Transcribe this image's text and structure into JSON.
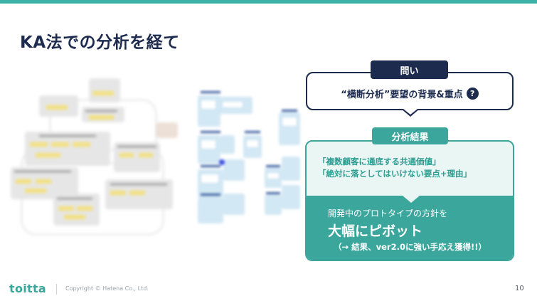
{
  "slide": {
    "title": "KA法での分析を経て",
    "page_number": "10"
  },
  "question": {
    "label": "問い",
    "text": "“横断分析”要望の背景&重点",
    "icon": "question-icon",
    "icon_glyph": "?"
  },
  "result": {
    "label": "分析結果",
    "line1": "「複数顧客に通底する共通価値」",
    "line2": "「絶対に落としてはいけない要点+理由」",
    "conclusion_intro": "開発中のプロトタイプの方針を",
    "conclusion_main": "大幅にピボット",
    "conclusion_note": "（→ 結果、ver2.0に強い手応え獲得!!）"
  },
  "footer": {
    "logo": "toitta",
    "copyright": "Copyright © Hatena Co., Ltd."
  },
  "colors": {
    "navy": "#1d2b4f",
    "teal": "#3ba69c",
    "teal_light": "#eaf6f4",
    "accent_bar": "#3bb3a6"
  }
}
